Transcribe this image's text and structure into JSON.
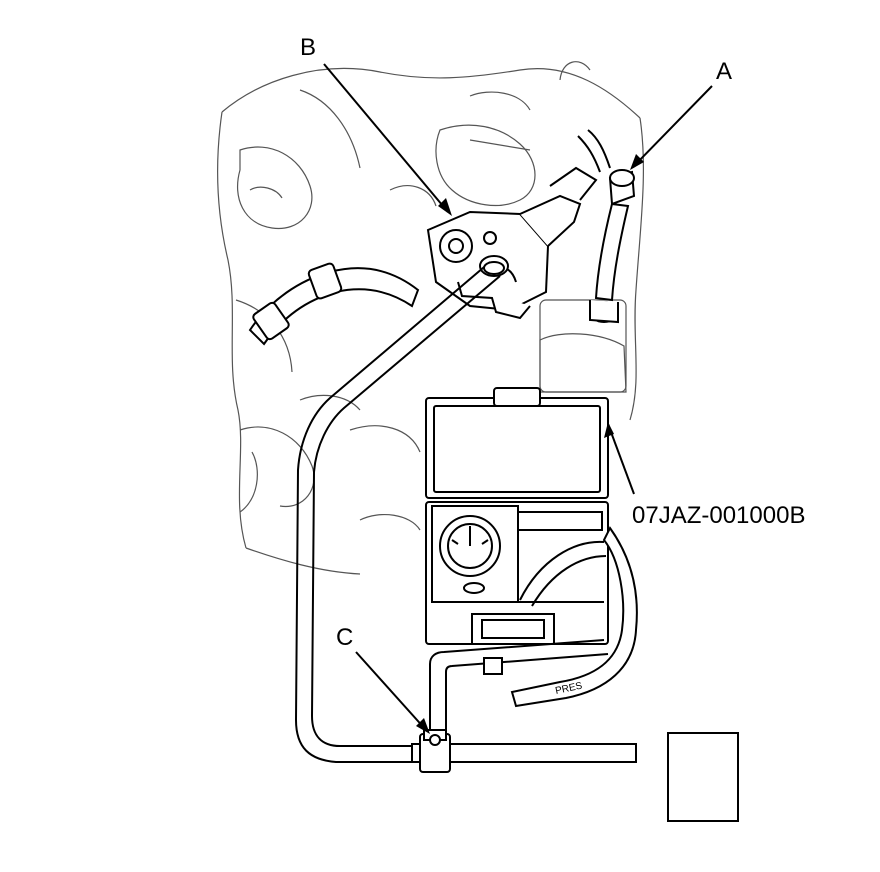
{
  "callouts": {
    "a": "A",
    "b": "B",
    "c": "C",
    "tool": "07JAZ-001000B"
  },
  "hose_tag": "PRES",
  "colors": {
    "line": "#000000",
    "faint": "#555555",
    "background": "#ffffff"
  }
}
